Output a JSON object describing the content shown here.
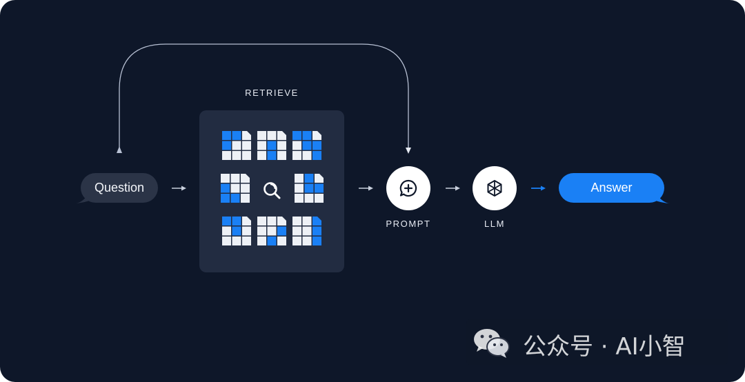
{
  "diagram": {
    "question_label": "Question",
    "answer_label": "Answer",
    "retrieve_label": "RETRIEVE",
    "prompt_label": "PROMPT",
    "llm_label": "LLM"
  },
  "watermark": {
    "text": "公众号 · AI小智",
    "icon": "wechat-icon"
  },
  "colors": {
    "background": "#0e1729",
    "panel": "#222c41",
    "accent_blue": "#1a80f5",
    "bubble_dark": "#2b3447",
    "white": "#ffffff"
  }
}
